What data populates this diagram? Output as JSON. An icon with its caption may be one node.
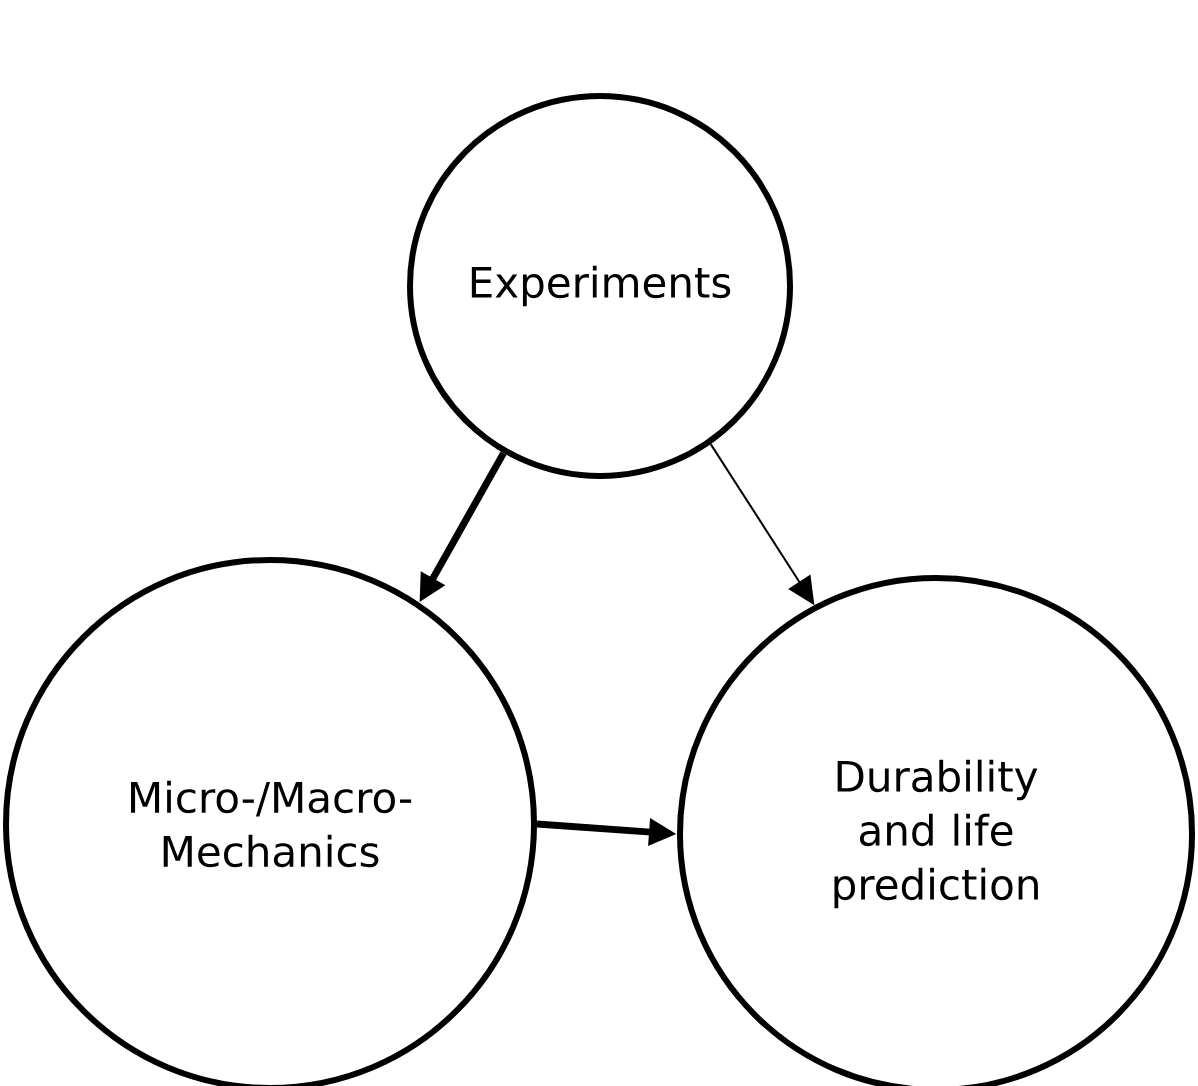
{
  "diagram": {
    "nodes": [
      {
        "text": [
          "Experiments"
        ]
      },
      {
        "text": [
          "Micro-/Macro- Mechanics"
        ]
      },
      {
        "text": [
          "Durability and life prediction"
        ]
      }
    ],
    "edges": [
      {
        "from": 0,
        "to": 1,
        "arrow": "to"
      },
      {
        "from": 0,
        "to": 2,
        "arrow": "to"
      },
      {
        "from": 1,
        "to": 2,
        "arrow": "to"
      }
    ]
  }
}
